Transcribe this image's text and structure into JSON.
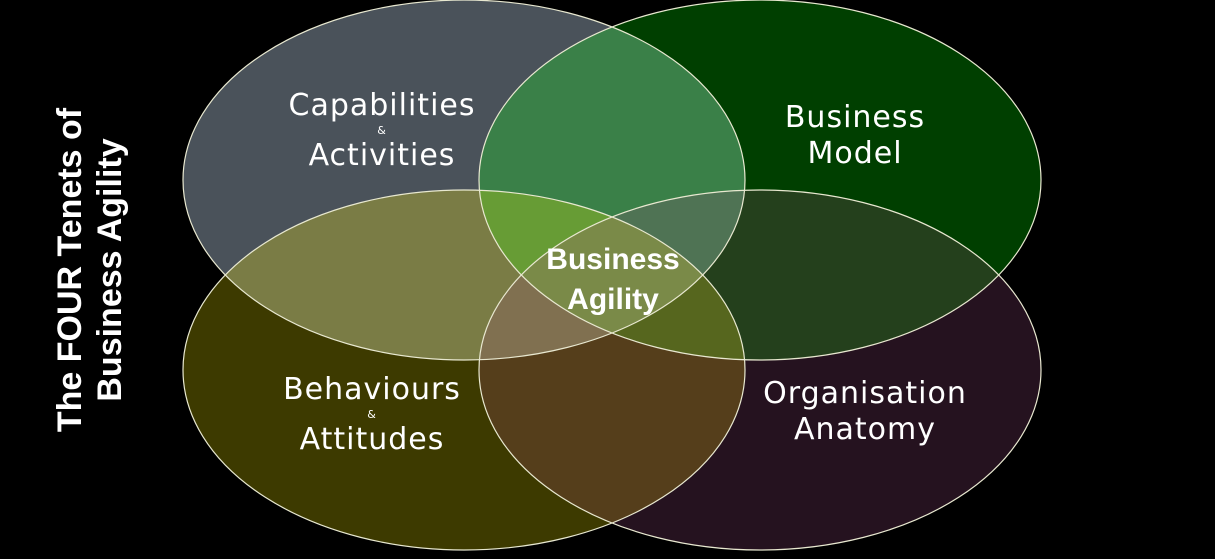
{
  "title": {
    "line1": "The FOUR Tenets of",
    "line2": "Business Agility"
  },
  "center": {
    "line1": "Business",
    "line2": "Agility"
  },
  "tenets": [
    {
      "line1": "Capabilities",
      "amp": "&",
      "line2": "Activities"
    },
    {
      "line1": "Business",
      "line2": "Model"
    },
    {
      "line1": "Behaviours",
      "amp": "&",
      "line2": "Attitudes"
    },
    {
      "line1": "Organisation",
      "line2": "Anatomy"
    }
  ],
  "colors": {
    "capabilities": "#4a525a",
    "business_model": "#003f00",
    "behaviours": "#3d3a00",
    "organisation": "#25121f"
  }
}
